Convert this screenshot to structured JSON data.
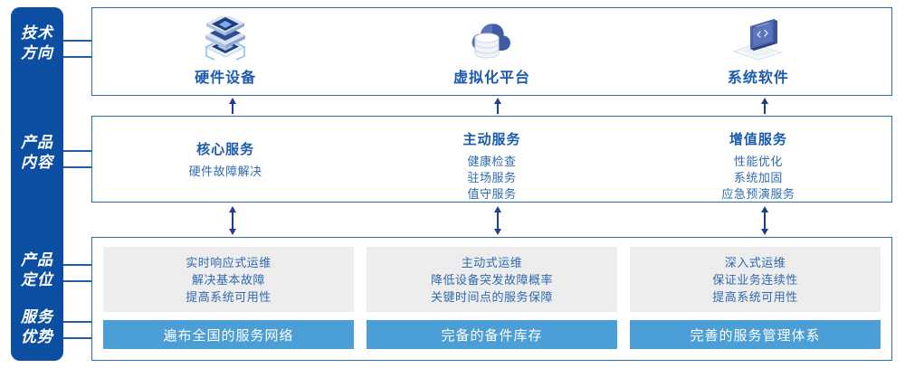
{
  "theme": {
    "rail_blue": "#0B4EA2",
    "border_blue": "#2E6DB4",
    "title_blue": "#1A5BAE",
    "body_blue": "#2F6BAF",
    "bar_blue": "#4C9FD6",
    "card_grey": "#EDEDED"
  },
  "rail": {
    "labels": [
      {
        "id": "tech-direction",
        "text": "技术\n方向"
      },
      {
        "id": "product-content",
        "text": "产品\n内容"
      },
      {
        "id": "product-position",
        "text": "产品\n定位"
      },
      {
        "id": "service-advantage",
        "text": "服务\n优势"
      }
    ]
  },
  "tech_direction": {
    "columns": [
      {
        "icon": "server-stack-icon",
        "title": "硬件设备"
      },
      {
        "icon": "cloud-database-icon",
        "title": "虚拟化平台"
      },
      {
        "icon": "laptop-code-icon",
        "title": "系统软件"
      }
    ]
  },
  "product_content": {
    "columns": [
      {
        "title": "核心服务",
        "items": [
          "硬件故障解决"
        ]
      },
      {
        "title": "主动服务",
        "items": [
          "健康检查",
          "驻场服务",
          "值守服务"
        ]
      },
      {
        "title": "增值服务",
        "items": [
          "性能优化",
          "系统加固",
          "应急预演服务"
        ]
      }
    ]
  },
  "product_positioning": {
    "columns": [
      {
        "lines": [
          "实时响应式运维",
          "解决基本故障",
          "提高系统可用性"
        ]
      },
      {
        "lines": [
          "主动式运维",
          "降低设备突发故障概率",
          "关键时间点的服务保障"
        ]
      },
      {
        "lines": [
          "深入式运维",
          "保证业务连续性",
          "提高系统可用性"
        ]
      }
    ]
  },
  "service_advantage": {
    "bars": [
      {
        "label": "遍布全国的服务网络"
      },
      {
        "label": "完备的备件库存"
      },
      {
        "label": "完善的服务管理体系"
      }
    ]
  },
  "arrows": {
    "up_single": "arrow-up-icon",
    "up_down_double": "arrow-up-down-icon",
    "down_single": "arrow-down-icon"
  }
}
